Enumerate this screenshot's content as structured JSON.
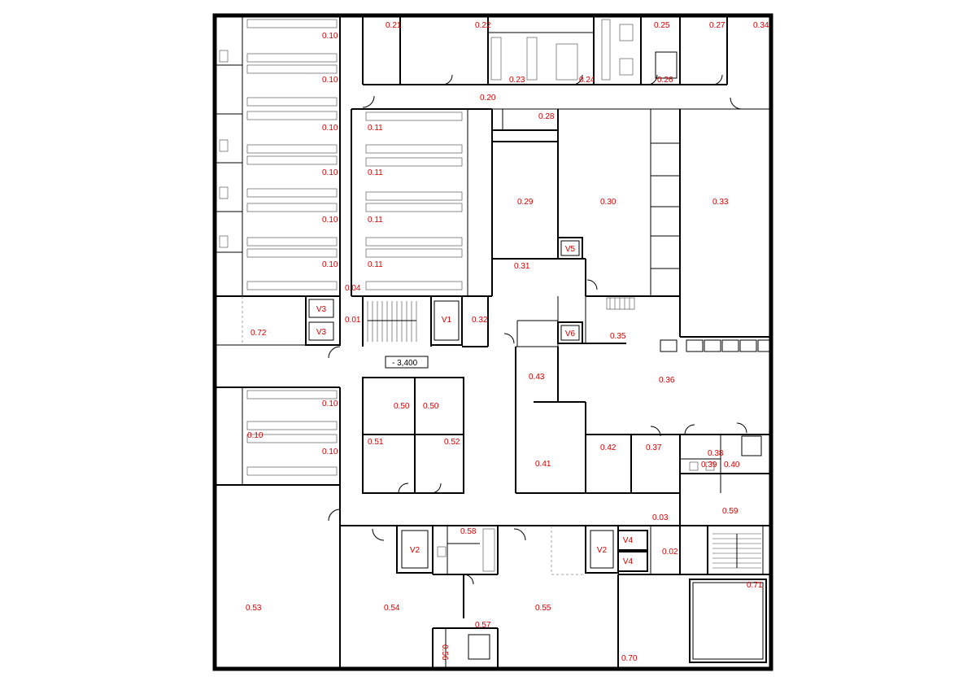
{
  "elevation_label": "- 3,400",
  "room_labels": [
    {
      "id": "r-010-a",
      "text": "0.10"
    },
    {
      "id": "r-010-b",
      "text": "0.10"
    },
    {
      "id": "r-010-c",
      "text": "0.10"
    },
    {
      "id": "r-010-d",
      "text": "0.10"
    },
    {
      "id": "r-010-e",
      "text": "0.10"
    },
    {
      "id": "r-010-f",
      "text": "0.10"
    },
    {
      "id": "r-010-g",
      "text": "0.10"
    },
    {
      "id": "r-010-h",
      "text": "0.10"
    },
    {
      "id": "r-010-i",
      "text": "0.10"
    },
    {
      "id": "r-011-a",
      "text": "0.11"
    },
    {
      "id": "r-011-b",
      "text": "0.11"
    },
    {
      "id": "r-011-c",
      "text": "0.11"
    },
    {
      "id": "r-011-d",
      "text": "0.11"
    },
    {
      "id": "r-004",
      "text": "0.04"
    },
    {
      "id": "r-001",
      "text": "0.01"
    },
    {
      "id": "r-072",
      "text": "0.72"
    },
    {
      "id": "r-021",
      "text": "0.21"
    },
    {
      "id": "r-022",
      "text": "0.22"
    },
    {
      "id": "r-023",
      "text": "0.23"
    },
    {
      "id": "r-024",
      "text": "0.24"
    },
    {
      "id": "r-025",
      "text": "0.25"
    },
    {
      "id": "r-026",
      "text": "0.26"
    },
    {
      "id": "r-027",
      "text": "0.27"
    },
    {
      "id": "r-034",
      "text": "0.34"
    },
    {
      "id": "r-020",
      "text": "0.20"
    },
    {
      "id": "r-028",
      "text": "0.28"
    },
    {
      "id": "r-029",
      "text": "0.29"
    },
    {
      "id": "r-030",
      "text": "0.30"
    },
    {
      "id": "r-033",
      "text": "0.33"
    },
    {
      "id": "r-031",
      "text": "0.31"
    },
    {
      "id": "r-032",
      "text": "0.32"
    },
    {
      "id": "r-035",
      "text": "0.35"
    },
    {
      "id": "r-036",
      "text": "0.36"
    },
    {
      "id": "r-043",
      "text": "0.43"
    },
    {
      "id": "r-050-a",
      "text": "0.50"
    },
    {
      "id": "r-050-b",
      "text": "0.50"
    },
    {
      "id": "r-051",
      "text": "0.51"
    },
    {
      "id": "r-052",
      "text": "0.52"
    },
    {
      "id": "r-041",
      "text": "0.41"
    },
    {
      "id": "r-042",
      "text": "0.42"
    },
    {
      "id": "r-037",
      "text": "0.37"
    },
    {
      "id": "r-038",
      "text": "0.38"
    },
    {
      "id": "r-039",
      "text": "0.39"
    },
    {
      "id": "r-040",
      "text": "0.40"
    },
    {
      "id": "r-059",
      "text": "0.59"
    },
    {
      "id": "r-003",
      "text": "0.03"
    },
    {
      "id": "r-002",
      "text": "0.02"
    },
    {
      "id": "r-058",
      "text": "0.58"
    },
    {
      "id": "r-071",
      "text": "0.71"
    },
    {
      "id": "r-053",
      "text": "0.53"
    },
    {
      "id": "r-054",
      "text": "0.54"
    },
    {
      "id": "r-055",
      "text": "0.55"
    },
    {
      "id": "r-057",
      "text": "0.57"
    },
    {
      "id": "r-056",
      "text": "0.56"
    },
    {
      "id": "r-070",
      "text": "0.70"
    }
  ],
  "lift_labels": [
    {
      "id": "lift-v3-a",
      "text": "V3"
    },
    {
      "id": "lift-v3-b",
      "text": "V3"
    },
    {
      "id": "lift-v1",
      "text": "V1"
    },
    {
      "id": "lift-v5",
      "text": "V5"
    },
    {
      "id": "lift-v6",
      "text": "V6"
    },
    {
      "id": "lift-v2-a",
      "text": "V2"
    },
    {
      "id": "lift-v2-b",
      "text": "V2"
    },
    {
      "id": "lift-v4-a",
      "text": "V4"
    },
    {
      "id": "lift-v4-b",
      "text": "V4"
    }
  ],
  "colors": {
    "label": "#d40000",
    "wall": "#000000",
    "background": "#ffffff"
  }
}
